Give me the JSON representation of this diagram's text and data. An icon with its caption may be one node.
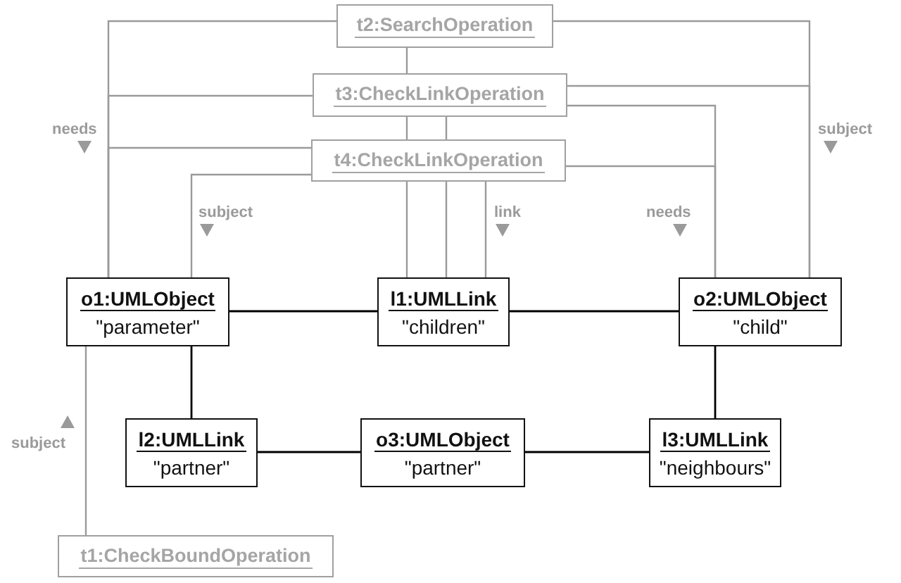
{
  "diagram": {
    "nodes": [
      {
        "text": [
          "t2:SearchOperation"
        ]
      },
      {
        "text": [
          "t3:CheckLinkOperation"
        ]
      },
      {
        "text": [
          "t4:CheckLinkOperation"
        ]
      },
      {
        "text": [
          "o1:UMLObject",
          "\"parameter\""
        ]
      },
      {
        "text": [
          "l1:UMLLink",
          "\"children\""
        ]
      },
      {
        "text": [
          "o2:UMLObject",
          "\"child\""
        ]
      },
      {
        "text": [
          "l2:UMLLink",
          "\"partner\""
        ]
      },
      {
        "text": [
          "o3:UMLObject",
          "\"partner\""
        ]
      },
      {
        "text": [
          "l3:UMLLink",
          "\"neighbours\""
        ]
      },
      {
        "text": [
          "t1:CheckBoundOperation"
        ]
      }
    ],
    "edges": [
      {
        "from": 0,
        "to": 3,
        "arrow": "none",
        "label": "needs"
      },
      {
        "from": 1,
        "to": 3,
        "arrow": "none"
      },
      {
        "from": 2,
        "to": 3,
        "arrow": "none"
      },
      {
        "from": 0,
        "to": 1,
        "arrow": "none"
      },
      {
        "from": 1,
        "to": 2,
        "arrow": "none"
      },
      {
        "from": 2,
        "to": 4,
        "arrow": "none",
        "label": "link"
      },
      {
        "from": 2,
        "to": 3,
        "arrow": "none",
        "label": "subject"
      },
      {
        "from": 0,
        "to": 5,
        "arrow": "none",
        "label": "subject"
      },
      {
        "from": 1,
        "to": 5,
        "arrow": "none"
      },
      {
        "from": 1,
        "to": 5,
        "arrow": "none",
        "label": "needs"
      },
      {
        "from": 2,
        "to": 5,
        "arrow": "none"
      },
      {
        "from": 9,
        "to": 3,
        "arrow": "none",
        "label": "subject"
      },
      {
        "from": 3,
        "to": 4,
        "arrow": "none",
        "color": "#000000"
      },
      {
        "from": 4,
        "to": 5,
        "arrow": "none",
        "color": "#000000"
      },
      {
        "from": 3,
        "to": 6,
        "arrow": "none",
        "color": "#000000"
      },
      {
        "from": 6,
        "to": 7,
        "arrow": "none",
        "color": "#000000"
      },
      {
        "from": 7,
        "to": 8,
        "arrow": "none",
        "color": "#000000"
      },
      {
        "from": 5,
        "to": 8,
        "arrow": "none",
        "color": "#000000"
      },
      {
        "from": 1,
        "to": 2,
        "arrow": "none"
      },
      {
        "from": 2,
        "to": 4,
        "arrow": "none"
      },
      {
        "from": 2,
        "to": 4,
        "arrow": "none"
      }
    ]
  }
}
